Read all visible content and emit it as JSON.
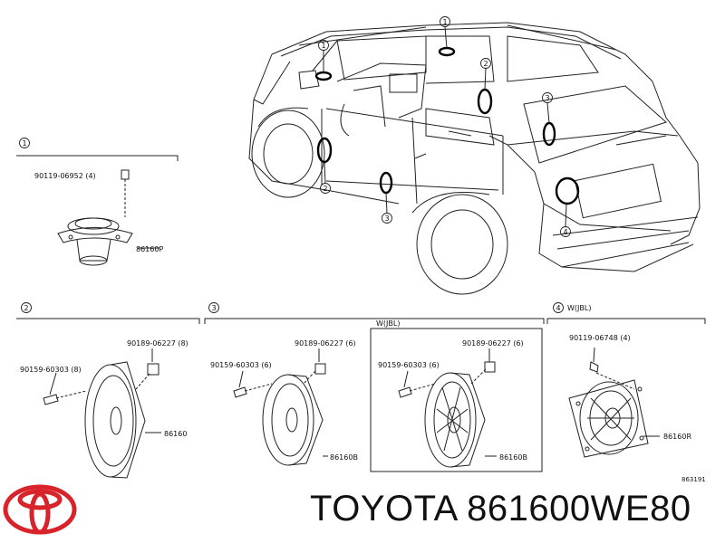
{
  "brand_line": "TOYOTA 861600WE80",
  "catalog_number": "863191",
  "logo": {
    "name": "toyota-logo",
    "color": "#d8232a"
  },
  "callouts": {
    "c1": "1",
    "c2": "2",
    "c3": "3",
    "c4": "4"
  },
  "group_tags": {
    "jbl_box": "W(JBL)",
    "group4_tag": "W(JBL)"
  },
  "parts": {
    "g1_bolt": "90119-06952 (4)",
    "g1_speaker": "86160P",
    "g2_clip": "90189-06227 (8)",
    "g2_screw": "90159-60303 (8)",
    "g2_speaker": "86160",
    "g3_clip": "90189-06227 (6)",
    "g3_screw": "90159-60303 (6)",
    "g3_speaker": "86160B",
    "g3b_clip": "90189-06227 (6)",
    "g3b_screw": "90159-60303 (6)",
    "g3b_speaker": "86160B",
    "g4_bolt": "90119-06748 (4)",
    "g4_speaker": "86160R"
  },
  "colors": {
    "line": "#222222",
    "highlight": "#000000"
  }
}
